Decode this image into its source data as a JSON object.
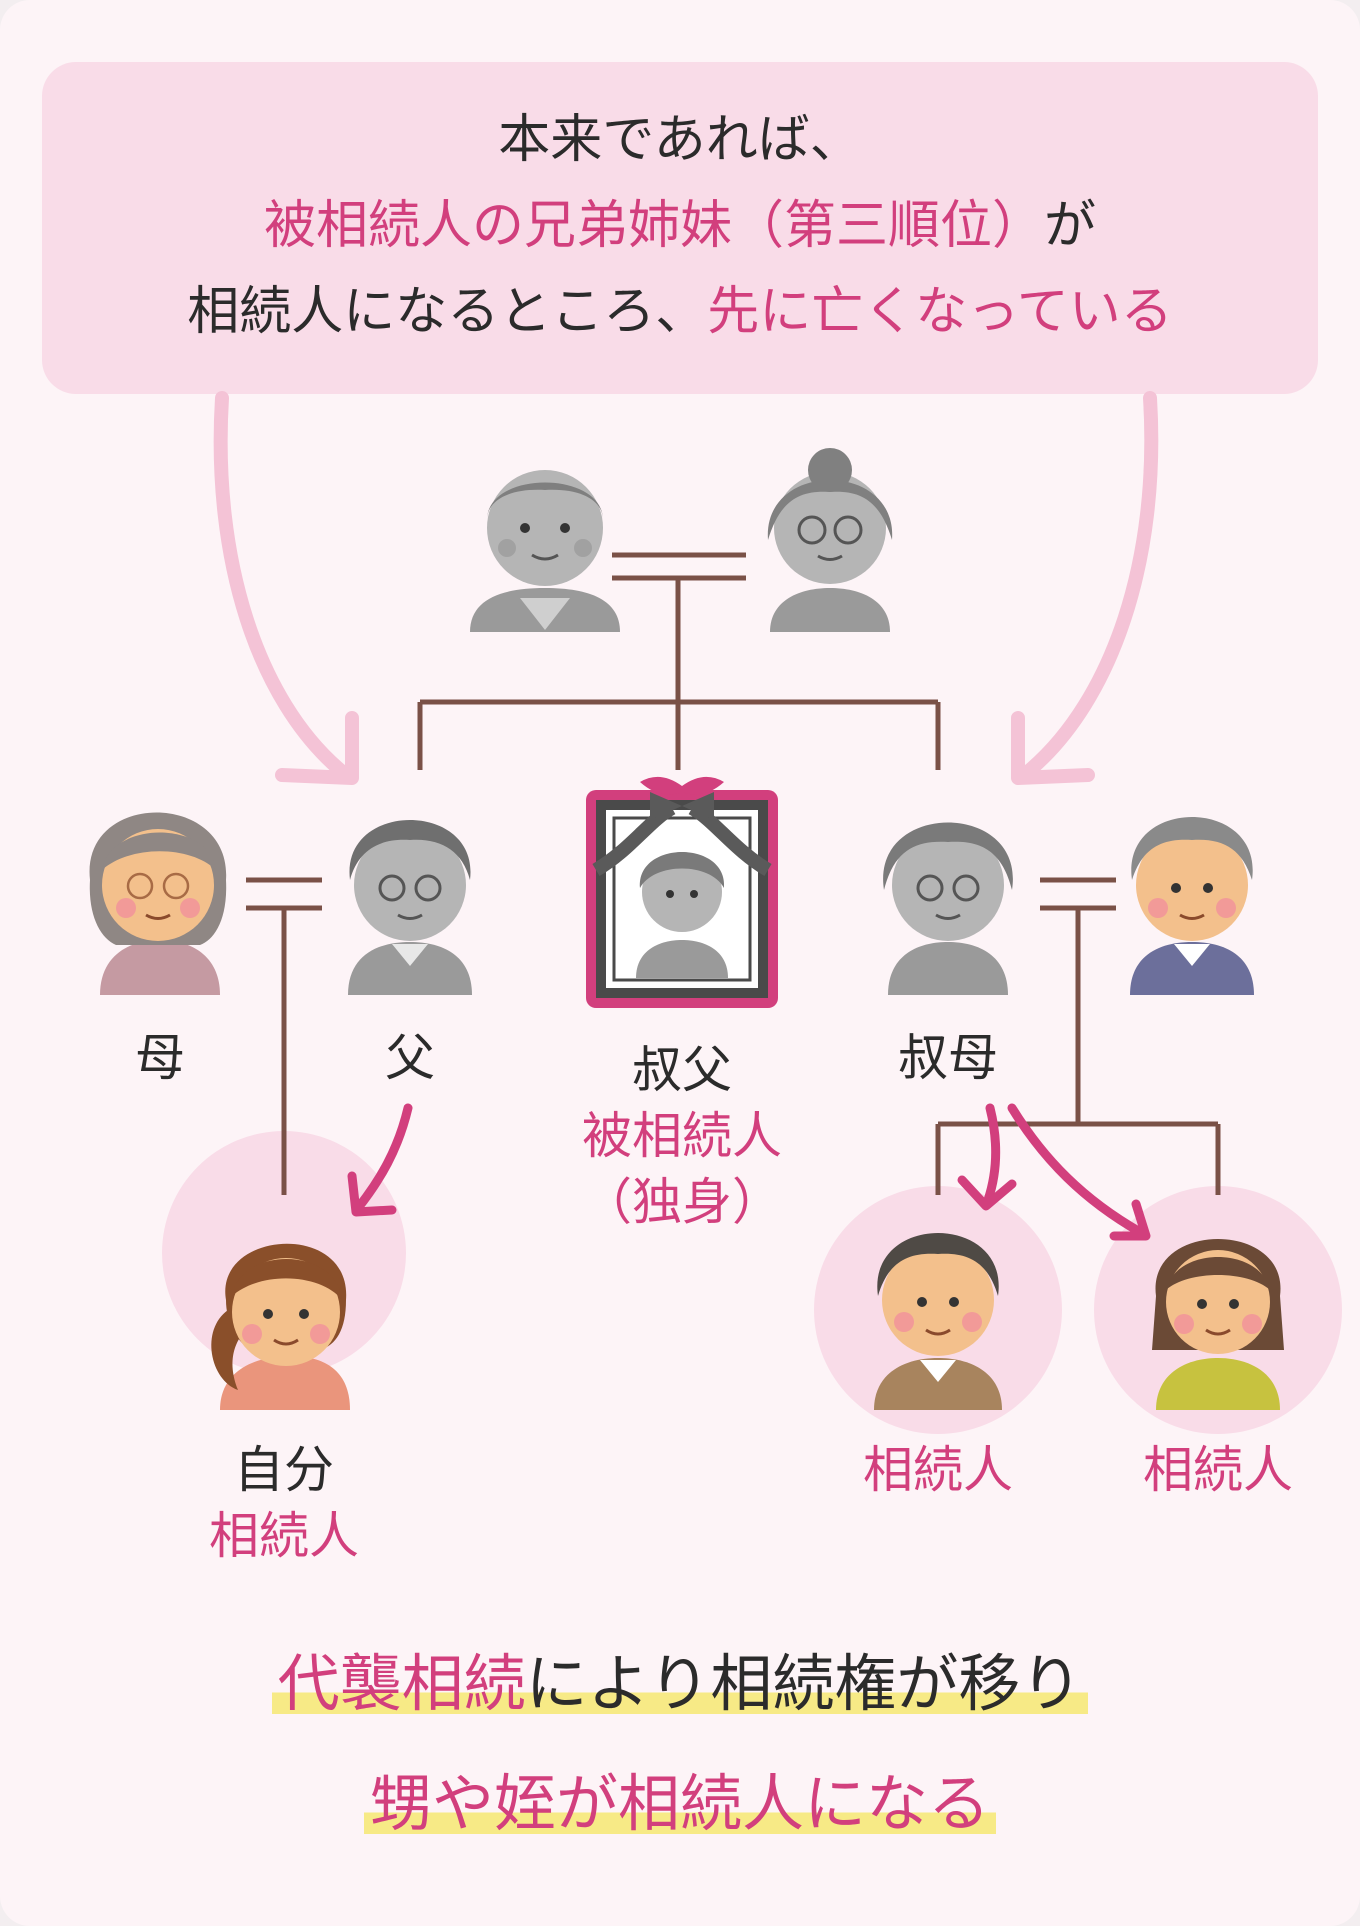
{
  "banner": {
    "line1": "本来であれば、",
    "line2_pink": "被相続人の兄弟姉妹（第三順位）",
    "line2_tail": "が",
    "line3_head": "相続人になるところ、",
    "line3_pink": "先に亡くなっている"
  },
  "people": {
    "mother": {
      "label": "母"
    },
    "father": {
      "label": "父"
    },
    "uncle": {
      "label": "叔父",
      "role": "被相続人",
      "note": "（独身）"
    },
    "aunt": {
      "label": "叔母"
    },
    "self": {
      "label": "自分",
      "role": "相続人"
    },
    "cousin_boy": {
      "role": "相続人"
    },
    "cousin_girl": {
      "role": "相続人"
    }
  },
  "footer": {
    "line1_pink": "代襲相続",
    "line1_tail": "により相続権が移り",
    "line2_pink": "甥や姪が相続人になる"
  },
  "colors": {
    "pink": "#d23f7d",
    "banner": "#f9dce8",
    "highlight": "#f7ea86",
    "line": "#7a5147"
  }
}
